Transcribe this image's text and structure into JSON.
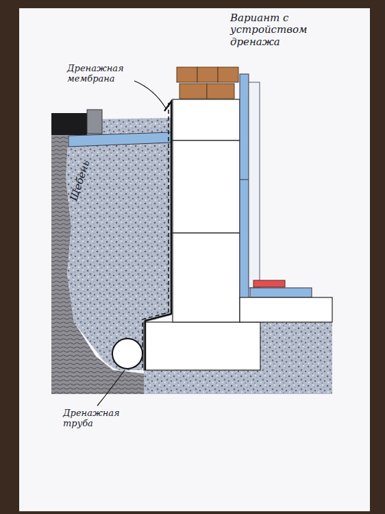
{
  "diagram": {
    "labels": [
      "Вариант с устройством дренажа",
      "Дренажная мембрана",
      "Щебень",
      "Дренажная труба"
    ]
  }
}
